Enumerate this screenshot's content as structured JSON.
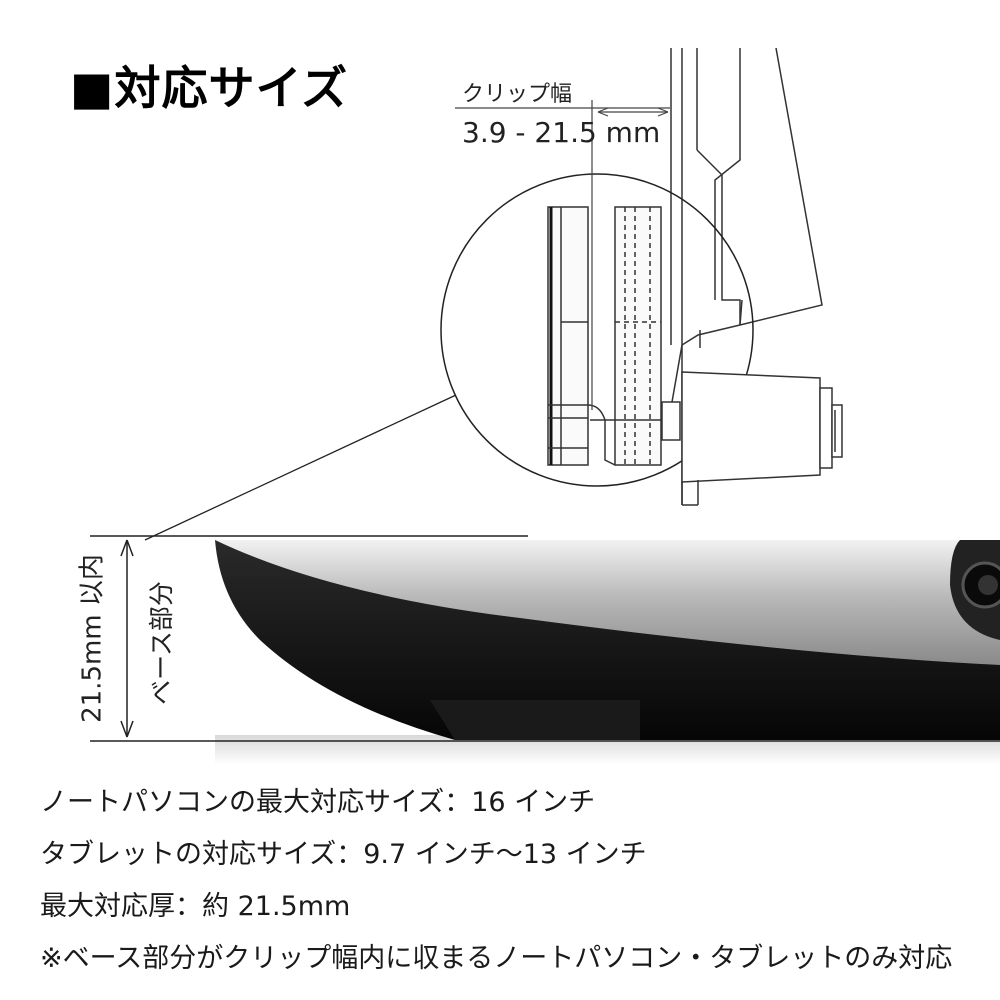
{
  "heading": "■対応サイズ",
  "clip_width": {
    "label": "クリップ幅",
    "range": "3.9 - 21.5 mm"
  },
  "base": {
    "height_label": "21.5mm 以内",
    "part_label": "ベース部分"
  },
  "specs": [
    "ノートパソコンの最大対応サイズ：16 インチ",
    "タブレットの対応サイズ：9.7 インチ〜13 インチ",
    "最大対応厚：約 21.5mm",
    "※ベース部分がクリップ幅内に収まるノートパソコン・タブレットのみ対応"
  ]
}
